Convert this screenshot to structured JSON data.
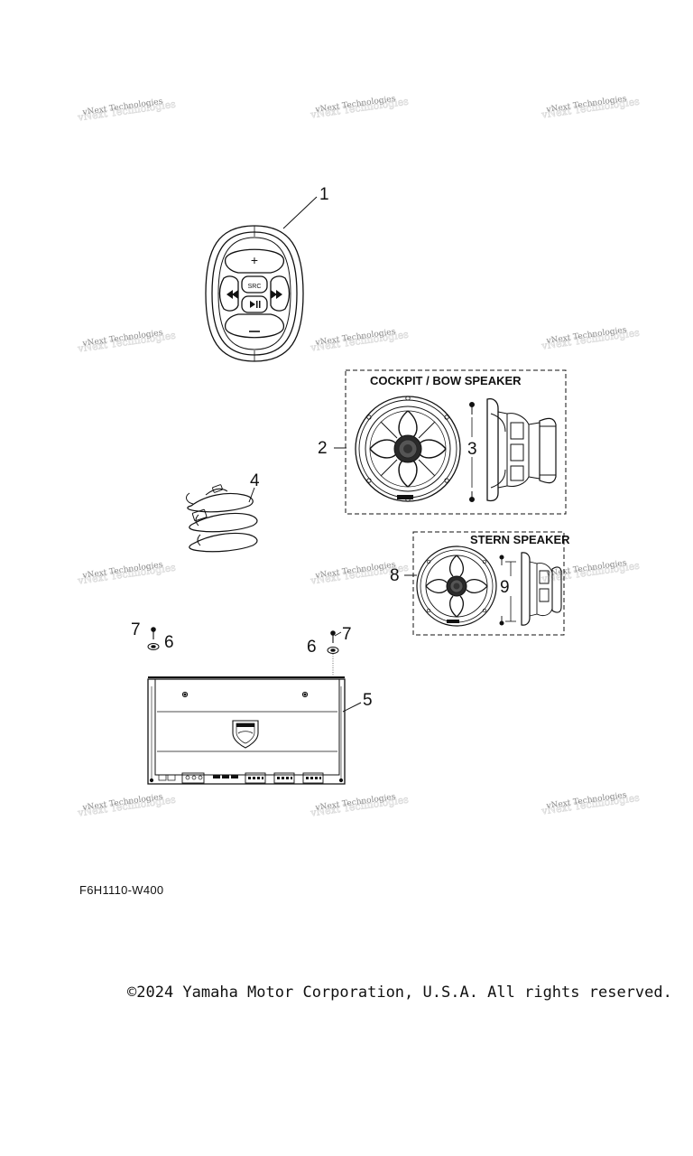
{
  "watermark": "vNext Technologies",
  "callouts": {
    "c1": "1",
    "c2": "2",
    "c3": "3",
    "c4": "4",
    "c5": "5",
    "c6a": "6",
    "c6b": "6",
    "c7a": "7",
    "c7b": "7",
    "c8": "8",
    "c9": "9"
  },
  "boxes": {
    "cockpit_bow": "COCKPIT / BOW SPEAKER",
    "stern": "STERN SPEAKER"
  },
  "remote": {
    "mode_label": "SRC"
  },
  "drawing_code": "F6H1110-W400",
  "copyright": "©2024 Yamaha Motor Corporation, U.S.A. All rights reserved."
}
